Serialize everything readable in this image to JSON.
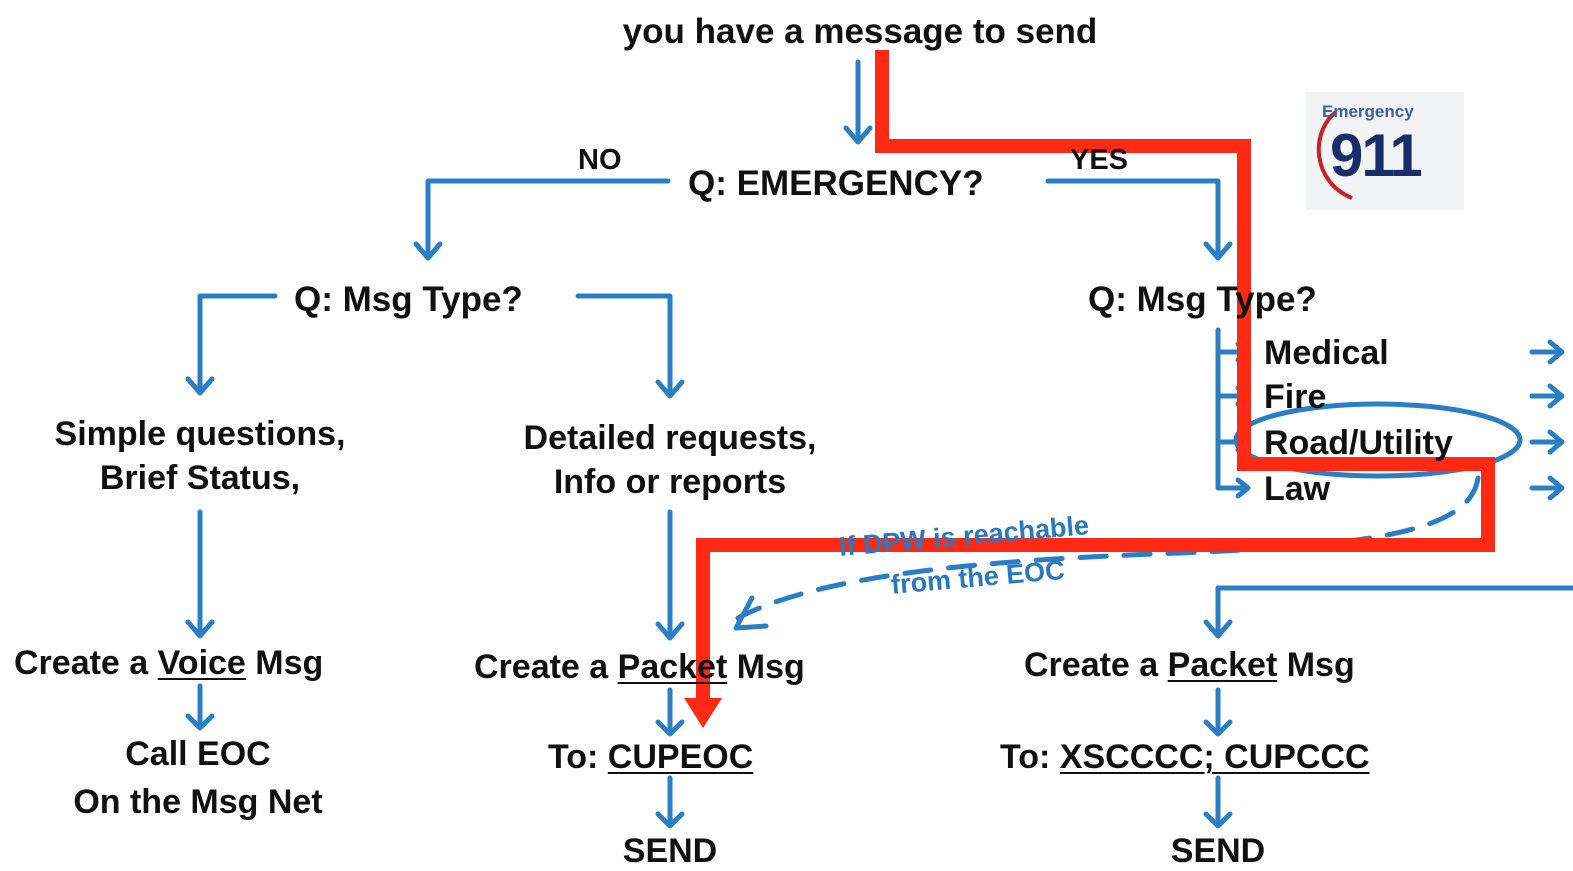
{
  "start": "you have a message to send",
  "q_emergency": "Q: EMERGENCY?",
  "label_no": "NO",
  "label_yes": "YES",
  "logo": {
    "top": "Emergency",
    "number": "911"
  },
  "left_branch": {
    "question": "Q: Msg Type?",
    "simple": {
      "line1": "Simple questions,",
      "line2": "Brief Status,"
    },
    "detailed": {
      "line1": "Detailed requests,",
      "line2": "Info or reports"
    },
    "voice": {
      "pre": "Create a ",
      "em": "Voice",
      "post": " Msg"
    },
    "call": {
      "line1": "Call EOC",
      "line2": "On the Msg Net"
    },
    "packet": {
      "pre": "Create a ",
      "em": "Packet",
      "post": " Msg"
    },
    "to": {
      "pre": "To: ",
      "em": "CUPEOC"
    },
    "send": "SEND"
  },
  "right_branch": {
    "question": "Q: Msg Type?",
    "types": [
      "Medical",
      "Fire",
      "Road/Utility",
      "Law"
    ],
    "packet": {
      "pre": "Create a ",
      "em": "Packet",
      "post": " Msg"
    },
    "to": {
      "pre": "To: ",
      "em": "XSCCCC; CUPCCC"
    },
    "send": "SEND"
  },
  "note": {
    "line1": "If DPW is reachable",
    "line2": "from the EOC"
  },
  "colors": {
    "flow": "#2a7fc4",
    "highlight": "#ff2a14",
    "text": "#111111"
  }
}
